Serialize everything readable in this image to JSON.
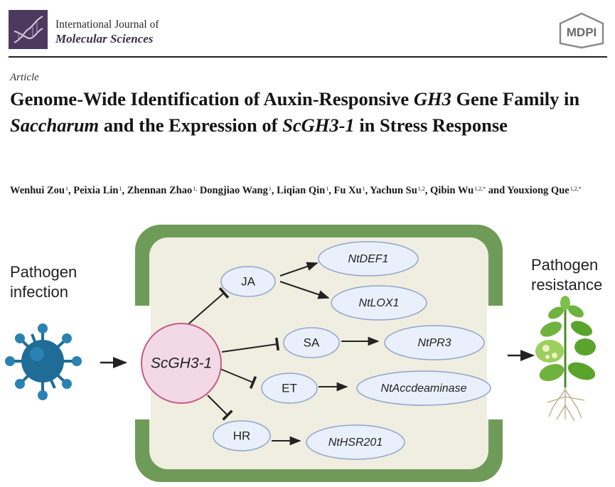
{
  "journal": {
    "line1": "International Journal of",
    "line2": "Molecular Sciences",
    "logo_icon": "dna-helix-icon"
  },
  "publisher": {
    "name": "MDPI"
  },
  "article": {
    "type": "Article",
    "title_parts": [
      {
        "text": "Genome-Wide Identification of Auxin-Responsive ",
        "italic": false
      },
      {
        "text": "GH3",
        "italic": true
      },
      {
        "text": " Gene Family in ",
        "italic": false
      },
      {
        "text": "Saccharum",
        "italic": true
      },
      {
        "text": " and the Expression of ",
        "italic": false
      },
      {
        "text": "ScGH3-1",
        "italic": true
      },
      {
        "text": " in Stress Response",
        "italic": false
      }
    ],
    "authors": [
      {
        "name": "Wenhui Zou",
        "aff": "1",
        "sep": ", "
      },
      {
        "name": "Peixia Lin",
        "aff": "1",
        "sep": ", "
      },
      {
        "name": "Zhennan Zhao",
        "aff": "1,",
        "sep": " "
      },
      {
        "name": "Dongjiao Wang",
        "aff": "1",
        "sep": ", "
      },
      {
        "name": "Liqian Qin",
        "aff": "1",
        "sep": ", "
      },
      {
        "name": "Fu Xu",
        "aff": "1",
        "sep": ", "
      },
      {
        "name": "Yachun Su",
        "aff": "1,2",
        "sep": ", "
      },
      {
        "name": "Qibin Wu",
        "aff": "1,2,*",
        "sep": " and "
      },
      {
        "name": "Youxiong Que",
        "aff": "1,2,*",
        "sep": ""
      }
    ]
  },
  "diagram": {
    "left_label": [
      "Pathogen",
      "infection"
    ],
    "right_label": [
      "Pathogen",
      "resistance"
    ],
    "center_node": "ScGH3-1",
    "hormones": [
      "JA",
      "SA",
      "ET",
      "HR"
    ],
    "genes": [
      "NtDEF1",
      "NtLOX1",
      "NtPR3",
      "NtAccdeaminase",
      "NtHSR201"
    ],
    "colors": {
      "cell_wall": "#6f9b58",
      "cell_interior": "#f0eee0",
      "node_fill": "#eaf0fb",
      "node_stroke": "#8ea4cf",
      "center_fill": "#f3d9e6",
      "center_stroke": "#c65a86",
      "virus": "#1f6d97"
    }
  }
}
